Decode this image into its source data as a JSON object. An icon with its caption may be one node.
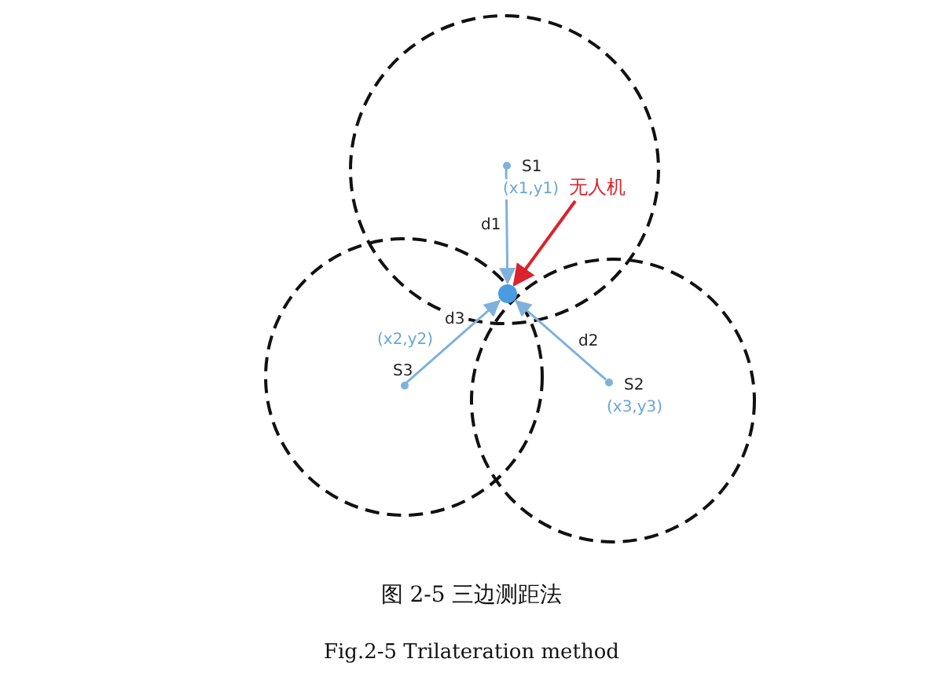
{
  "diagram": {
    "caption": "图 2-5 三边测距法",
    "nodes": [
      {
        "text": [
          "S1",
          "(x1,y1)"
        ]
      },
      {
        "text": [
          "无人机"
        ]
      },
      {
        "text": [],
        "shape": "circle"
      },
      {
        "text": [
          "(x2,y2)",
          "S3"
        ]
      },
      {
        "text": [
          "S2",
          "(x3,y3)"
        ]
      }
    ],
    "edges": [
      {
        "from": 0,
        "to": 2,
        "arrow": "to",
        "label": "d1"
      },
      {
        "from": 1,
        "to": 2,
        "arrow": "to",
        "color": "#d9232e"
      },
      {
        "from": 3,
        "to": 2,
        "arrow": "to",
        "label": "d3"
      },
      {
        "from": 4,
        "to": 2,
        "arrow": "to",
        "label": "d2"
      }
    ],
    "labels": [
      "Fig.2-5 Trilateration method"
    ]
  }
}
